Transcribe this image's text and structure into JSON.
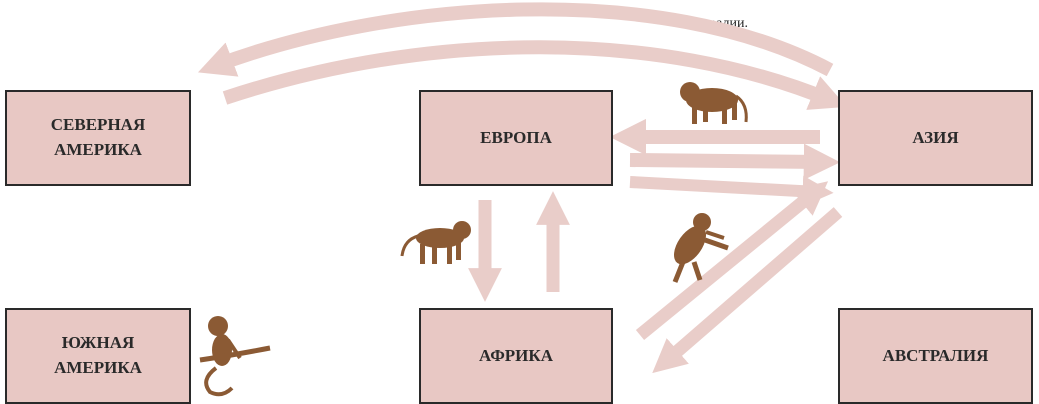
{
  "caption": "Австралии.",
  "continents": {
    "north_america": "СЕВЕРНАЯ\nАМЕРИКА",
    "europe": "ЕВРОПА",
    "asia": "АЗИЯ",
    "south_america": "ЮЖНАЯ\nАМЕРИКА",
    "africa": "АФРИКА",
    "australia": "АВСТРАЛИЯ"
  },
  "colors": {
    "box_fill": "#e8c8c4",
    "box_border": "#2a2a2a",
    "arrow": "#e9cdc9",
    "animal": "#8b5a34"
  },
  "animal_icons": [
    "monkey-walking-icon",
    "monkey-walking-icon",
    "monkey-climbing-icon",
    "monkey-on-branch-icon"
  ]
}
